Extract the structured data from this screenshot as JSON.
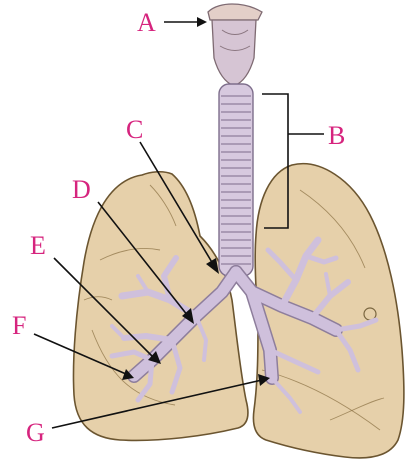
{
  "labels": {
    "A": "A",
    "B": "B",
    "C": "C",
    "D": "D",
    "E": "E",
    "F": "F",
    "G": "G"
  },
  "colors": {
    "label": "#d6247e",
    "lung": "#e6d0aa",
    "airway": "#cfc0dc",
    "pointer": "#111111"
  }
}
